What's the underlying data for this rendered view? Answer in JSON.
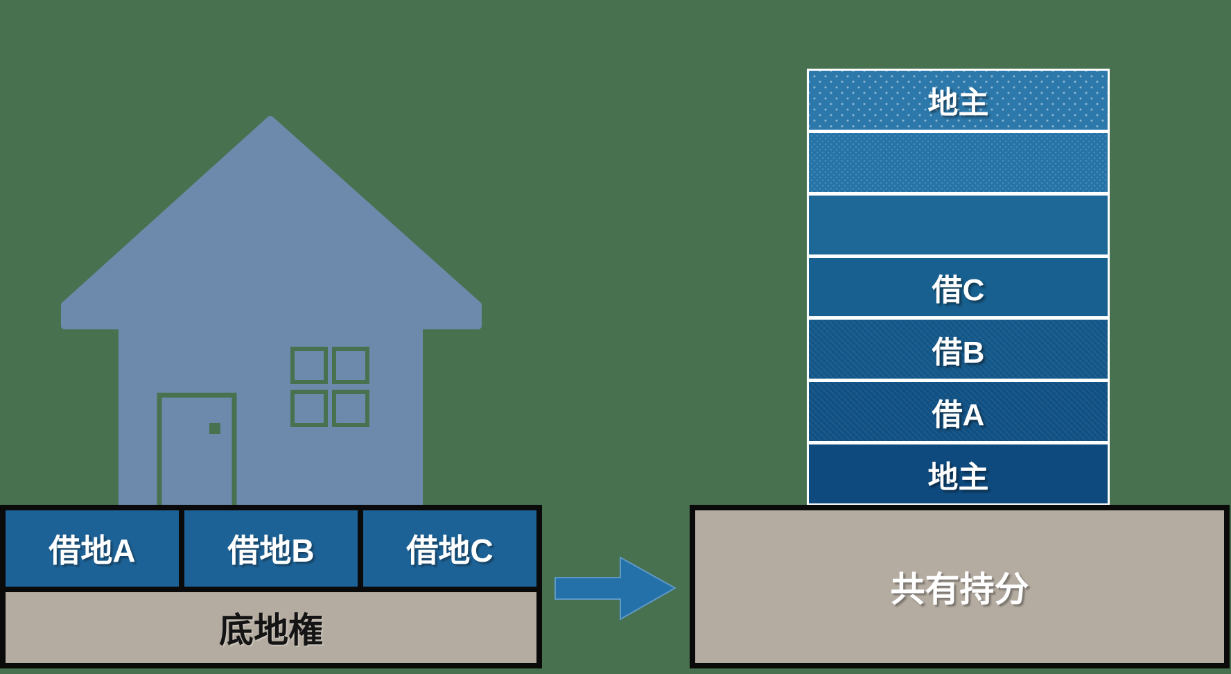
{
  "background_color": "#48714f",
  "house": {
    "icon": "house-icon",
    "fill_color": "#6d8aac",
    "cutout_color": "#48714f"
  },
  "left_block": {
    "cells": [
      {
        "label": "借地A"
      },
      {
        "label": "借地B"
      },
      {
        "label": "借地C"
      }
    ],
    "base_label": "底地権",
    "cell_color": "#1d6296",
    "cell_text_color": "#ffffff",
    "base_color": "#b5aca1",
    "base_text_color": "#141414",
    "border_color": "#0a0a0a"
  },
  "arrow": {
    "icon": "arrow-right-icon",
    "direction": "right",
    "fill_color": "#2471a9",
    "edge_color": "#5e99c7"
  },
  "building": {
    "separator_color": "#ffffff",
    "text_color": "#ffffff",
    "floors": [
      {
        "label": "地主",
        "color": "#2c78ab"
      },
      {
        "label": "",
        "color": "#2573a7"
      },
      {
        "label": "",
        "color": "#1e6898"
      },
      {
        "label": "借C",
        "color": "#176090"
      },
      {
        "label": "借B",
        "color": "#14598b"
      },
      {
        "label": "借A",
        "color": "#115286"
      },
      {
        "label": "地主",
        "color": "#0e4a7d"
      }
    ]
  },
  "right_block": {
    "label": "共有持分",
    "color": "#b5aca1",
    "text_color": "#ffffff",
    "border_color": "#0a0a0a"
  }
}
